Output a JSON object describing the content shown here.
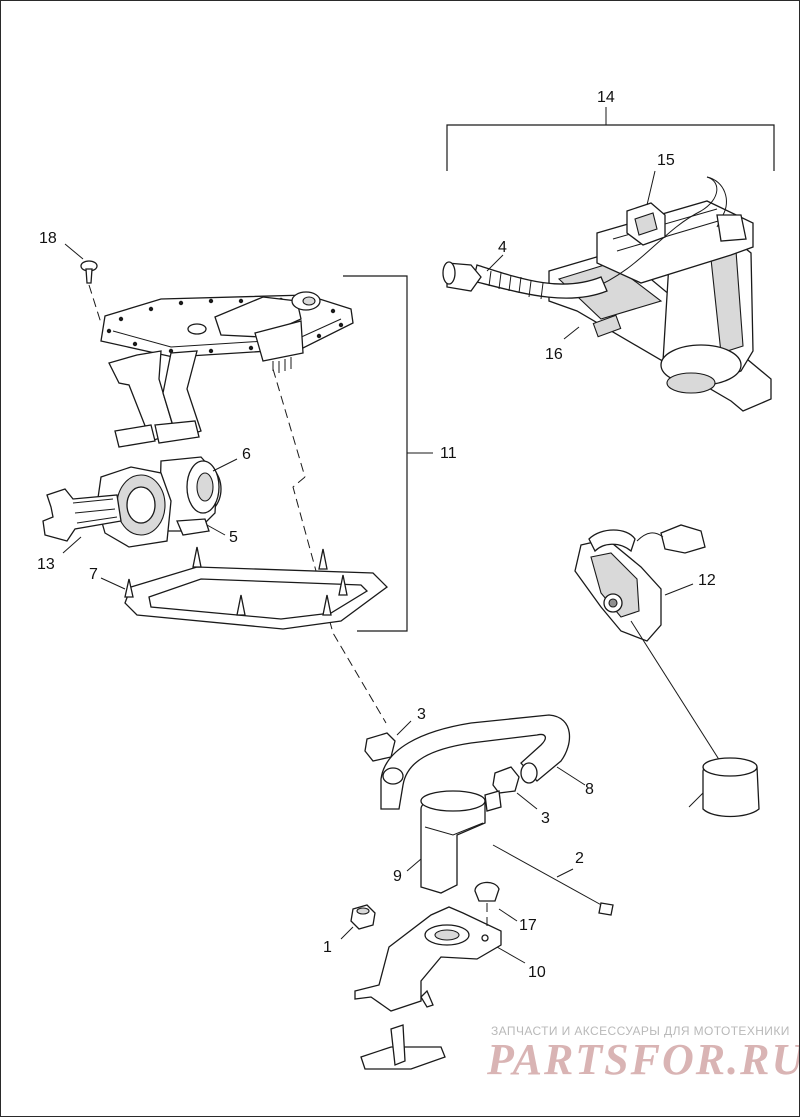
{
  "diagram": {
    "callouts": {
      "c1": "1",
      "c2": "2",
      "c3a": "3",
      "c3b": "3",
      "c4": "4",
      "c5": "5",
      "c6": "6",
      "c7": "7",
      "c8": "8",
      "c9": "9",
      "c10": "10",
      "c11": "11",
      "c12": "12",
      "c13": "13",
      "c14": "14",
      "c15": "15",
      "c16": "16",
      "c17": "17",
      "c18": "18"
    }
  },
  "watermark": {
    "caption": "ЗАПЧАСТИ И АКСЕССУАРЫ ДЛЯ МОТОТЕХНИКИ",
    "logo": "PARTSFOR.RU"
  },
  "colors": {
    "line": "#1a1a1a",
    "fill": "#ffffff",
    "shade": "#d9d9d9",
    "watermark": "#d9b4b4"
  }
}
